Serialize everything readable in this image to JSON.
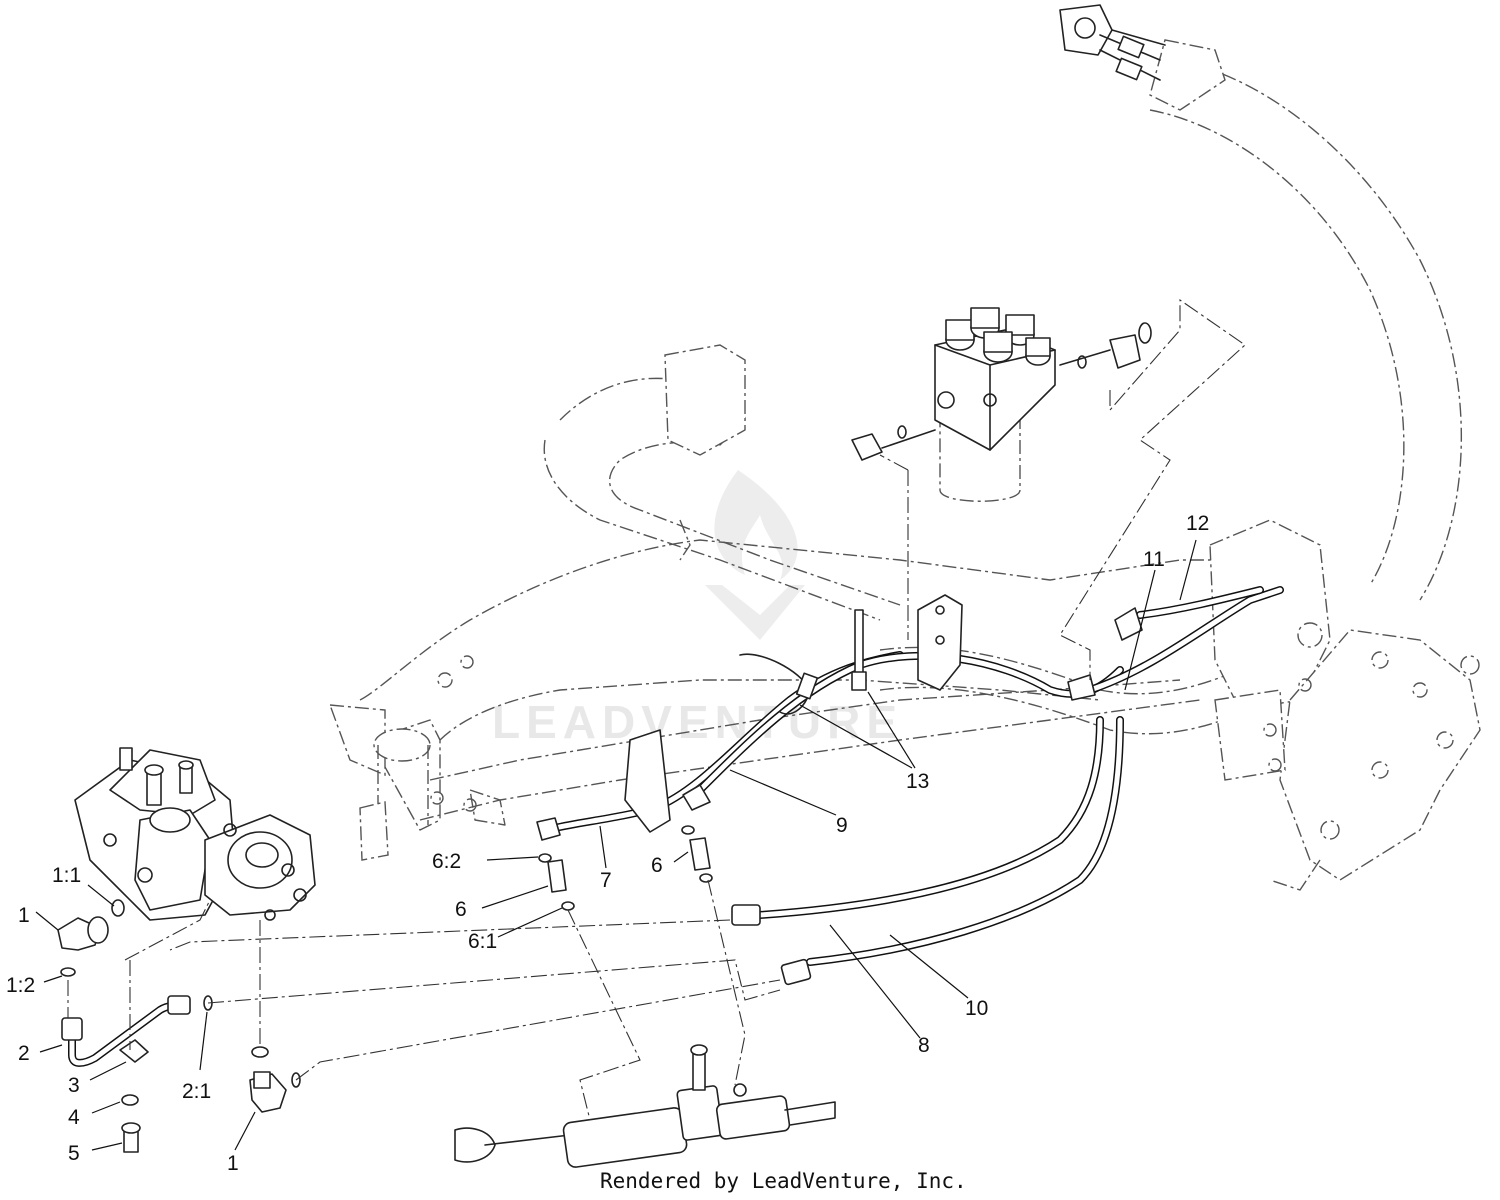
{
  "callouts": {
    "c1_top": "1",
    "c1_1": "1:1",
    "c1_2": "1:2",
    "c2": "2",
    "c2_1": "2:1",
    "c3": "3",
    "c4": "4",
    "c5": "5",
    "c1_bottom": "1",
    "c6_2": "6:2",
    "c6_left": "6",
    "c6_1": "6:1",
    "c7": "7",
    "c6_right": "6",
    "c9": "9",
    "c13": "13",
    "c8": "8",
    "c10": "10",
    "c11": "11",
    "c12": "12"
  },
  "watermark": "LEADVENTURE",
  "footer": "Rendered by LeadVenture, Inc."
}
